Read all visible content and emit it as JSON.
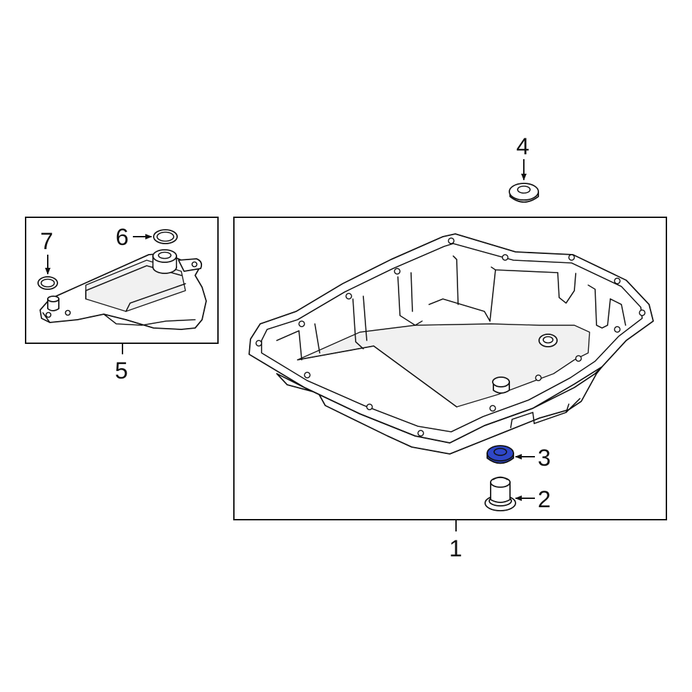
{
  "diagram": {
    "callouts": {
      "c1": "1",
      "c2": "2",
      "c3": "3",
      "c4": "4",
      "c5": "5",
      "c6": "6",
      "c7": "7"
    },
    "colors": {
      "line": "#111111",
      "highlight": "#2f47c8",
      "background": "#ffffff"
    }
  }
}
